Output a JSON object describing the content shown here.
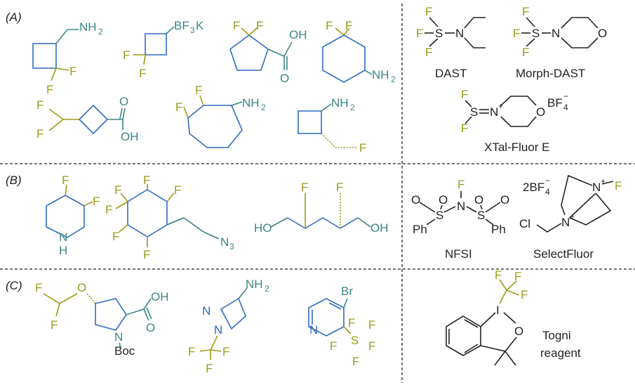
{
  "sections": {
    "a": "(A)",
    "b": "(B)",
    "c": "(C)"
  },
  "atoms": {
    "F": "F",
    "NH2": "NH",
    "sub2": "2",
    "OH": "OH",
    "HO": "HO",
    "O": "O",
    "N": "N",
    "S": "S",
    "H": "H",
    "Cl": "Cl",
    "Br": "Br",
    "I": "I",
    "Ph": "Ph",
    "Boc": "Boc",
    "N3": "N",
    "sub3": "3",
    "BF3K_a": "BF",
    "BF3K_b": "K",
    "BF4": "BF",
    "sub4": "4",
    "minus": "−",
    "plus": "+",
    "twoBF4": "2BF"
  },
  "reagents": {
    "dast": "DAST",
    "morph_dast": "Morph-DAST",
    "xtal": "XTal-Fluor E",
    "nfsi": "NFSI",
    "selectfluor": "SelectFluor",
    "togni_1": "Togni",
    "togni_2": "reagent"
  },
  "colors": {
    "fluorine": "#9b9a18",
    "heteroatom": "#3d8585",
    "ring": "#2f6bc4",
    "reagent": "#222222"
  }
}
